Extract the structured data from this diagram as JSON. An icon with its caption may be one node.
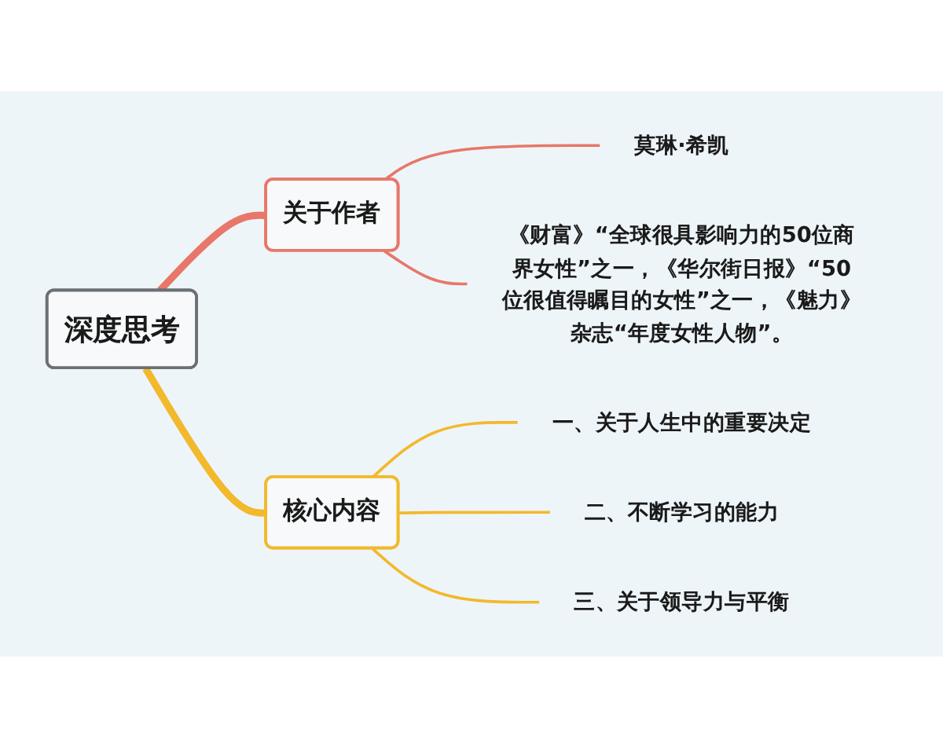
{
  "diagram": {
    "nodes": [
      {
        "text": [
          "深度思考"
        ]
      },
      {
        "text": [
          "关于作者"
        ]
      },
      {
        "text": [
          "莫琳·希凯"
        ]
      },
      {
        "text": [
          "《财富》“全球很具影响力的50位商界女性”之一，《华尔街日报》“50位很值得瞩目的女性”之一，《魅力》杂志“年度女性人物”。"
        ]
      },
      {
        "text": [
          "核心内容"
        ]
      },
      {
        "text": [
          "一、关于人生中的重要决定"
        ]
      },
      {
        "text": [
          "二、不断学习的能力"
        ]
      },
      {
        "text": [
          "三、关于领导力与平衡"
        ]
      }
    ],
    "edges": [
      {
        "from": 0,
        "to": 1,
        "arrow": "none",
        "style": "thick",
        "color": "#e8776a"
      },
      {
        "from": 0,
        "to": 4,
        "arrow": "none",
        "style": "thick"
      },
      {
        "from": 1,
        "to": 2,
        "arrow": "none",
        "color": "#e8776a"
      },
      {
        "from": 1,
        "to": 3,
        "arrow": "none",
        "color": "#e8776a"
      },
      {
        "from": 4,
        "to": 5,
        "arrow": "none"
      },
      {
        "from": 4,
        "to": 6,
        "arrow": "none"
      },
      {
        "from": 4,
        "to": 7,
        "arrow": "none"
      }
    ]
  }
}
